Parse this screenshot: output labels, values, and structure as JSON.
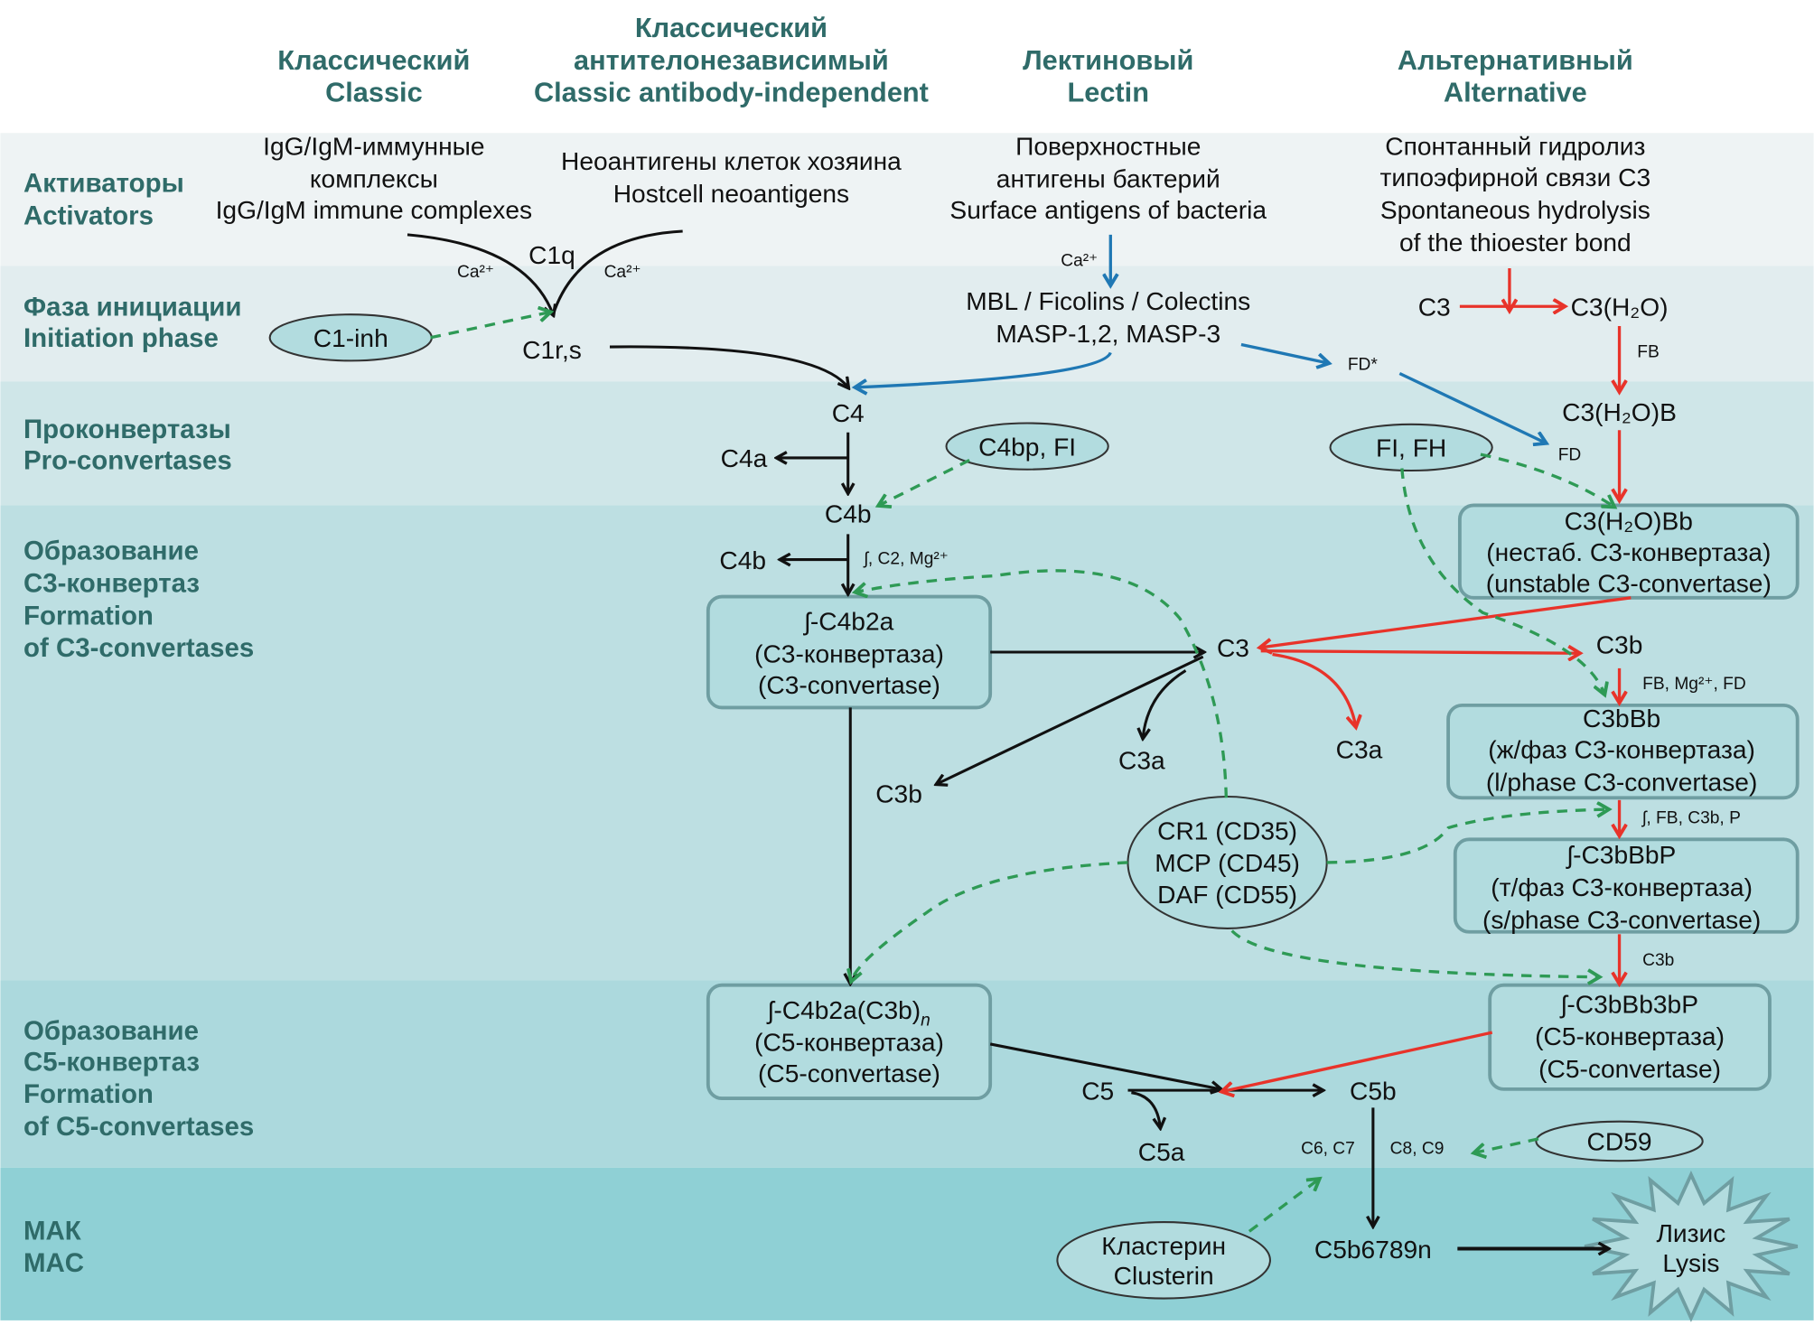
{
  "colors": {
    "heading": "#2f6b69",
    "classic_arrow": "#111111",
    "alternative_arrow": "#e8332a",
    "lectin_arrow": "#1f78b4",
    "regulator_arrow": "#2e9a55",
    "box_fill": "#b2dcdf"
  },
  "headers": {
    "classic": [
      "Классический",
      "Classic"
    ],
    "antibody_independent": [
      "Классический",
      "антителонезависимый",
      "Classic antibody-independent"
    ],
    "lectin": [
      "Лектиновый",
      "Lectin"
    ],
    "alternative": [
      "Альтернативный",
      "Alternative"
    ]
  },
  "rows": {
    "activators": [
      "Активаторы",
      "Activators"
    ],
    "initiation": [
      "Фаза инициации",
      "Initiation phase"
    ],
    "proconvertases": [
      "Проконвертазы",
      "Pro-convertases"
    ],
    "c3_convertases": [
      "Образование",
      "С3-конвертаз",
      "Formation",
      "of C3-convertases"
    ],
    "c5_convertases": [
      "Образование",
      "С5-конвертаз",
      "Formation",
      "of C5-convertases"
    ],
    "mac": [
      "МАК",
      "MAC"
    ]
  },
  "activators": {
    "classic": [
      "IgG/IgM-иммунные",
      "комплексы",
      "IgG/IgM immune complexes"
    ],
    "antibody_independent": [
      "Неоантигены клеток хозяина",
      "Hostcell neoantigens"
    ],
    "lectin": [
      "Поверхностные",
      "антигены бактерий",
      "Surface antigens of bacteria"
    ],
    "alternative": [
      "Спонтанный гидролиз",
      "типоэфирной связи С3",
      "Spontaneous hydrolysis",
      "of the thioester bond"
    ]
  },
  "nodes": {
    "c1q": "C1q",
    "ca_left": "Ca²⁺",
    "ca_right": "Ca²⁺",
    "c1rs": "C1r,s",
    "c1inh": "C1-inh",
    "ca_lectin": "Ca²⁺",
    "mbl": "MBL / Ficolins / Colectins",
    "masp": "MASP-1,2, MASP-3",
    "fd_star": "FD*",
    "c3_alt": "C3",
    "c3h2o": "C3(H₂O)",
    "fb": "FB",
    "c3h2ob": "C3(H₂O)B",
    "fd": "FD",
    "c4": "C4",
    "c4a": "C4a",
    "c4bp_fi": "C4bp, FI",
    "fi_fh": "FI, FH",
    "c4b": "C4b",
    "c4b_side": "C4b",
    "c2_mg": "ʃ, C2, Mg²⁺",
    "c3_center": "C3",
    "c3b_right": "C3b",
    "fb_mg_fd": "FB, Mg²⁺, FD",
    "c3a_left": "C3a",
    "c3a_right": "C3a",
    "c3b_left": "C3b",
    "fb_c3b_p": "ʃ, FB, C3b, P",
    "c3b_small": "C3b",
    "c5": "C5",
    "c5b": "C5b",
    "c5a": "C5a",
    "c6c7": "C6, C7",
    "c8c9": "C8, C9",
    "cd59": "CD59",
    "c5b6789n": "C5b6789n"
  },
  "regulators": {
    "cr1_mcp_daf": [
      "CR1 (CD35)",
      "MCP (CD45)",
      "DAF (CD55)"
    ],
    "clusterin": [
      "Кластерин",
      "Clusterin"
    ]
  },
  "boxes": {
    "unstable_c3": [
      "C3(H₂O)Bb",
      "(нестаб. С3-конвертаза)",
      "(unstable C3-convertase)"
    ],
    "c4b2a": [
      "ʃ-C4b2a",
      "(С3-конвертаза)",
      "(C3-convertase)"
    ],
    "c3bbb": [
      "C3bBb",
      "(ж/фаз С3-конвертаза)",
      "(l/phase C3-convertase)"
    ],
    "c3bbbp": [
      "ʃ-C3bBbP",
      "(т/фаз С3-конвертаза)",
      "(s/phase C3-convertase)"
    ],
    "c4b2ac3b": [
      "ʃ-C4b2a(C3b)",
      "n",
      "(С5-конвертаза)",
      "(C5-convertase)"
    ],
    "c3bbb3bp": [
      "ʃ-C3bBb3bP",
      "(С5-конвертаза)",
      "(C5-convertase)"
    ]
  },
  "lysis": [
    "Лизис",
    "Lysis"
  ]
}
